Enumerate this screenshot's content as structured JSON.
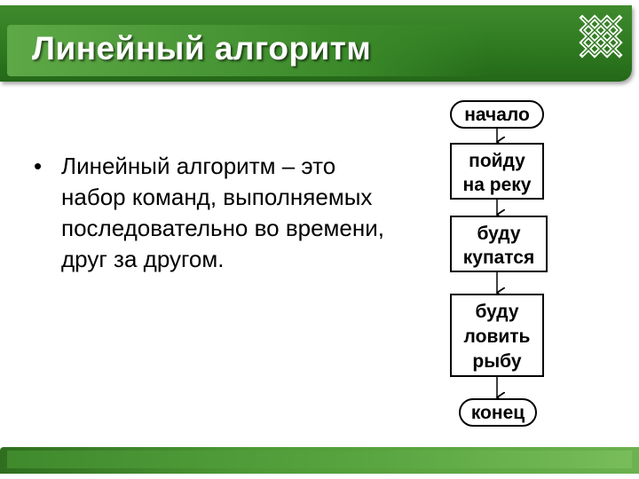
{
  "slide": {
    "title": "Линейный алгоритм",
    "bullet_symbol": "•",
    "bullet_text": "Линейный алгоритм – это набор команд, выполняемых последовательно во времени, друг за другом."
  },
  "flowchart": {
    "start_label": "начало",
    "steps": [
      [
        "пойду",
        "на реку"
      ],
      [
        "буду",
        "купатся"
      ],
      [
        "буду",
        "ловить",
        "рыбу"
      ]
    ],
    "end_label": "конец"
  },
  "icons": {
    "logo": "celtic-knot-icon"
  },
  "colors": {
    "accent_green": "#3f8a2c",
    "text": "#000000"
  }
}
